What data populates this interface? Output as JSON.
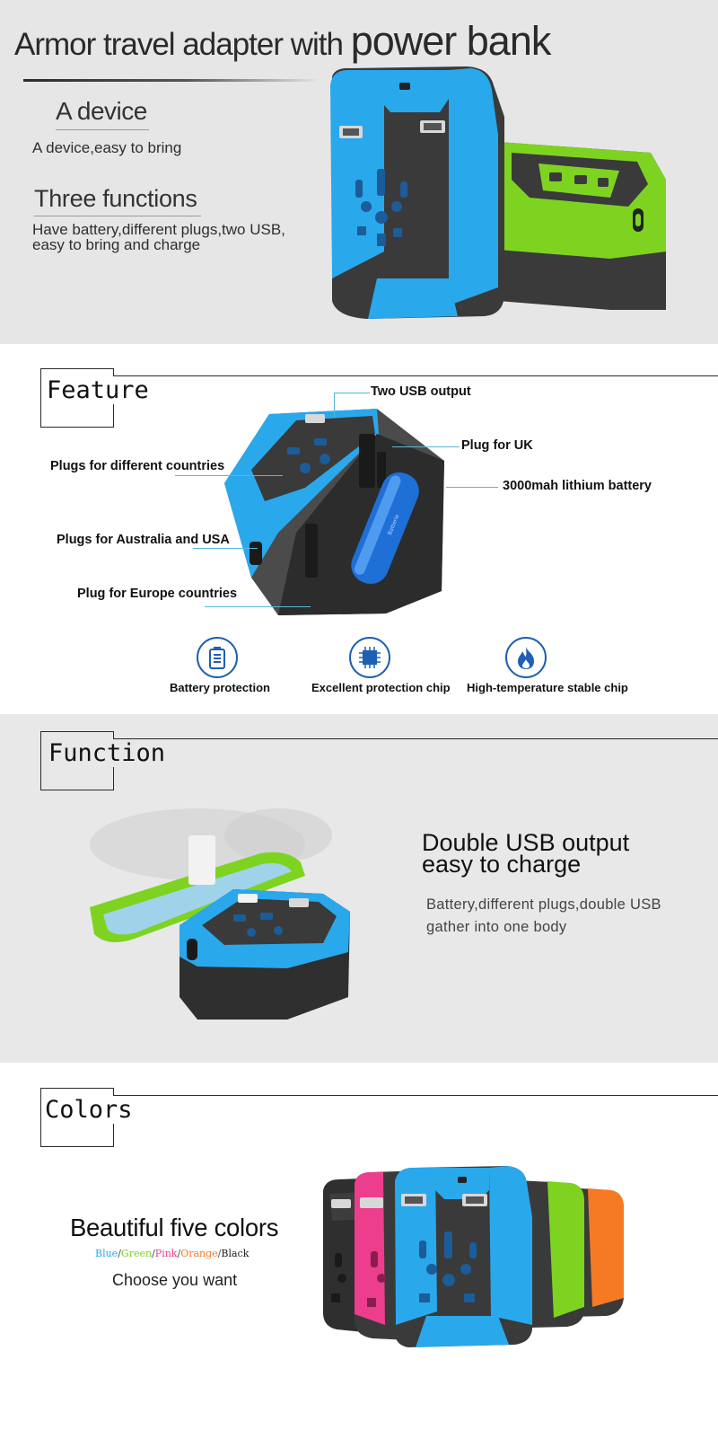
{
  "hero": {
    "title_part1": "Armor travel adapter with ",
    "title_part2": "power bank",
    "subtitle1": "A device",
    "desc1": "A device,easy to bring",
    "subtitle2": "Three functions",
    "desc2": "Have battery,different plugs,two USB, easy to bring and charge"
  },
  "feature": {
    "heading": "Feature",
    "callouts": {
      "two_usb": "Two USB output",
      "plug_uk": "Plug for UK",
      "battery": "3000mah lithium battery",
      "different_countries": "Plugs for different countries",
      "aus_usa": "Plugs for Australia and USA",
      "europe": "Plug for Europe countries"
    },
    "battery_print": "Batterie",
    "icons": [
      {
        "label": "Battery protection",
        "icon": "battery-icon"
      },
      {
        "label": "Excellent protection chip",
        "icon": "chip-icon"
      },
      {
        "label": "High-temperature stable chip",
        "icon": "flame-icon"
      }
    ]
  },
  "function": {
    "heading": "Function",
    "headline_line1": "Double USB output",
    "headline_line2": "easy to charge",
    "description_line1": "Battery,different plugs,double USB",
    "description_line2": "gather into one body"
  },
  "colors": {
    "heading": "Colors",
    "headline": "Beautiful five colors",
    "color_names": [
      "Blue",
      "Green",
      "Pink",
      "Orange",
      "Black"
    ],
    "separator": "/",
    "tagline": "Choose you want"
  },
  "palette": {
    "blue": "#29a8ec",
    "green": "#7ed321",
    "pink": "#ec3e8c",
    "orange": "#f57a23",
    "black": "#2f2f2f",
    "body_dark": "#3a3a3a",
    "leader_line": "#59b7d6",
    "icon_ring": "#1f5fb4"
  }
}
